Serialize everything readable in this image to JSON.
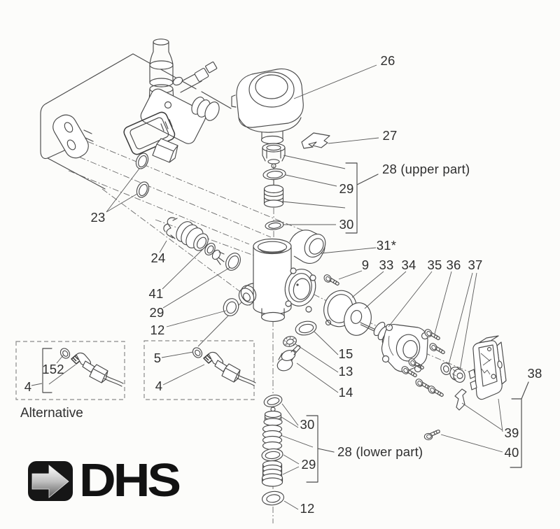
{
  "title": "Exploded parts diagram with installed assembly view",
  "labels": {
    "l26": "26",
    "l27": "27",
    "l28_upper": "28 (upper part)",
    "l29_top": "29",
    "l30_top": "30",
    "l31": "31*",
    "l9": "9",
    "l33": "33",
    "l34": "34",
    "l35": "35",
    "l36": "36",
    "l37": "37",
    "l23": "23",
    "l24": "24",
    "l41": "41",
    "l29_left": "29",
    "l12_left": "12",
    "l15": "15",
    "l13": "13",
    "l14": "14",
    "l5": "5",
    "l4_right": "4",
    "l152": "152",
    "l4_left": "4",
    "l30_lower": "30",
    "l28_lower": "28 (lower part)",
    "l29_lower": "29",
    "l12_lower": "12",
    "l38": "38",
    "l39": "39",
    "l40": "40"
  },
  "annotations": {
    "alternative": "Alternative"
  },
  "logo": {
    "text": "DHS"
  },
  "colors": {
    "line": "#4a4a4a",
    "label_text": "#2f2f2f",
    "background": "#fcfcfa",
    "logo_black": "#121212"
  }
}
